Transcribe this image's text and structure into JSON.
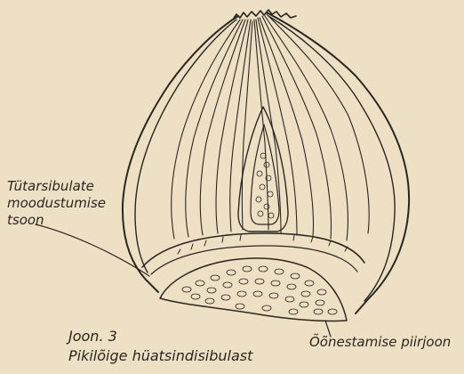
{
  "labels": {
    "zone_line1": "Tütarsibulate",
    "zone_line2": "moodustumise",
    "zone_line3": "tsoon",
    "figure_number": "Joon. 3",
    "figure_title": "Pikilõige hüatsindisibulast",
    "boundary_label": "Õõnestamise piirjoon"
  },
  "colors": {
    "paper": "#ede0c4",
    "ink": "#2a2620"
  }
}
